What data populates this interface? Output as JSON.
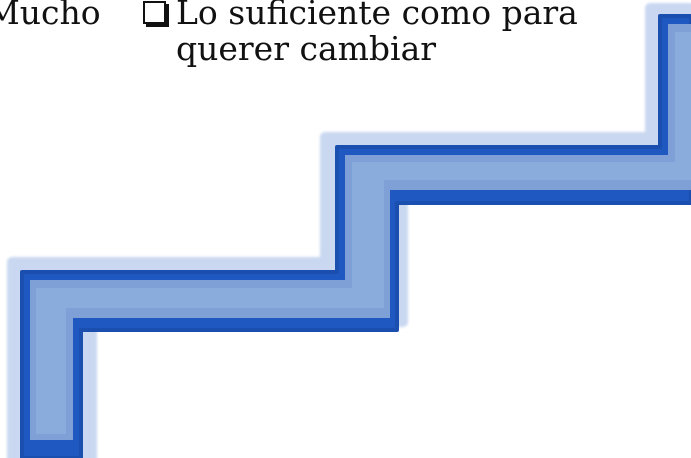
{
  "options": [
    {
      "label": "Mucho",
      "checked": false
    },
    {
      "label_line1": "Lo suficiente como para",
      "label_line2": "querer cambiar",
      "checked": false
    }
  ],
  "graphic": {
    "name": "staircase",
    "stroke_color": "#1f58c0",
    "fill_color": "#7ea0d6",
    "glow_color": "#c9d7f0"
  }
}
